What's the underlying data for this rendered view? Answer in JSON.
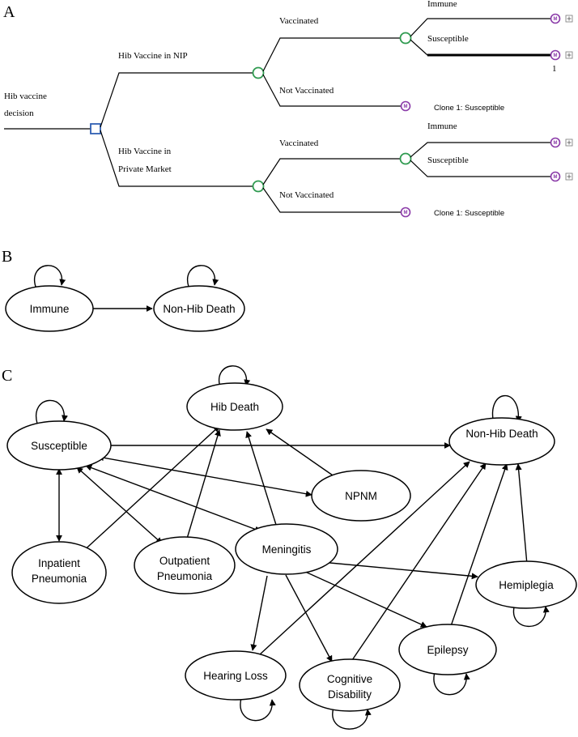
{
  "panels": {
    "a": "A",
    "b": "B",
    "c": "C"
  },
  "tree": {
    "root_line1": "Hib vaccine",
    "root_line2": "decision",
    "strategy1": "Hib Vaccine in NIP",
    "strategy2_line1": "Hib Vaccine in",
    "strategy2_line2": "Private Market",
    "vaccinated": "Vaccinated",
    "not_vaccinated": "Not Vaccinated",
    "immune": "Immune",
    "susceptible": "Susceptible",
    "clone_label": "Clone 1: Susceptible",
    "markov_symbol": "M",
    "branch_number": "1"
  },
  "panel_b": {
    "immune": "Immune",
    "non_hib_death": "Non-Hib Death"
  },
  "panel_c": {
    "hib_death": "Hib Death",
    "non_hib_death": "Non-Hib Death",
    "susceptible": "Susceptible",
    "npnm": "NPNM",
    "meningitis": "Meningitis",
    "inpatient_line1": "Inpatient",
    "inpatient_line2": "Pneumonia",
    "outpatient_line1": "Outpatient",
    "outpatient_line2": "Pneumonia",
    "hemiplegia": "Hemiplegia",
    "epilepsy": "Epilepsy",
    "hearing_loss": "Hearing Loss",
    "cognitive_line1": "Cognitive",
    "cognitive_line2": "Disability"
  },
  "colors": {
    "chance_node": "#2e9a4f",
    "decision_node": "#2f5fb3",
    "markov_node": "#8a3aa8"
  }
}
